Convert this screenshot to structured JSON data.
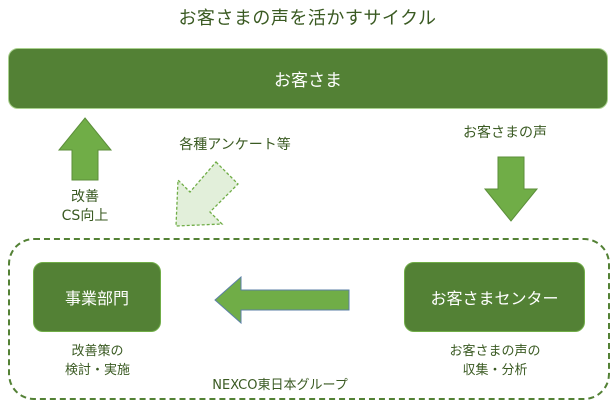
{
  "title": "お客さまの声を活かすサイクル",
  "customer": {
    "label": "お客さま"
  },
  "arrows": {
    "up_label_line1": "改善",
    "up_label_line2": "CS向上",
    "survey_label": "各種アンケート等",
    "voice_label": "お客さまの声"
  },
  "group": {
    "label": "NEXCO東日本グループ",
    "dept": {
      "label": "事業部門",
      "caption_line1": "改善策の",
      "caption_line2": "検討・実施"
    },
    "center": {
      "label": "お客さまセンター",
      "caption_line1": "お客さまの声の",
      "caption_line2": "収集・分析"
    }
  },
  "colors": {
    "dark_green": "#538135",
    "arrow_green": "#70ad47",
    "light_green": "#e2efda",
    "text_green": "#3a5a22"
  }
}
